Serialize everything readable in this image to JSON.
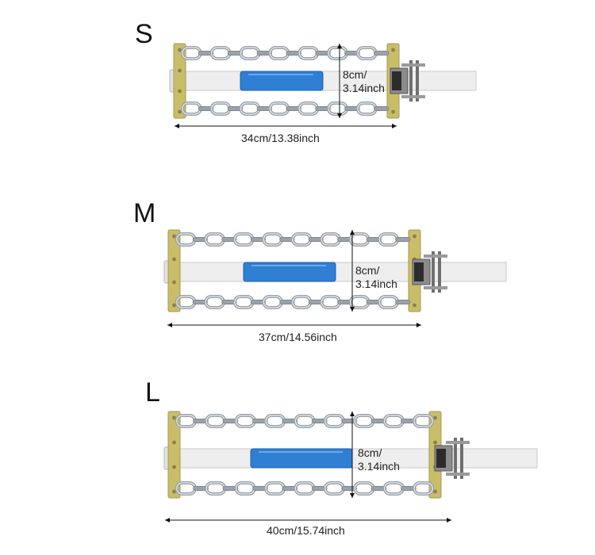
{
  "products": [
    {
      "size": "S",
      "width_label": "34cm/13.38inch",
      "height_label_1": "8cm/",
      "height_label_2": "3.14inch"
    },
    {
      "size": "M",
      "width_label": "37cm/14.56inch",
      "height_label_1": "8cm/",
      "height_label_2": "3.14inch"
    },
    {
      "size": "L",
      "width_label": "40cm/15.74inch",
      "height_label_1": "8cm/",
      "height_label_2": "3.14inch"
    }
  ],
  "colors": {
    "chain": "#9aa2ab",
    "chain_highlight": "#e6eaee",
    "plate": "#c9bd6a",
    "strap": "#eeeeee",
    "strap_sleeve": "#2f7fd4",
    "buckle": "#6f6f6f",
    "dimension_line": "#111111"
  }
}
